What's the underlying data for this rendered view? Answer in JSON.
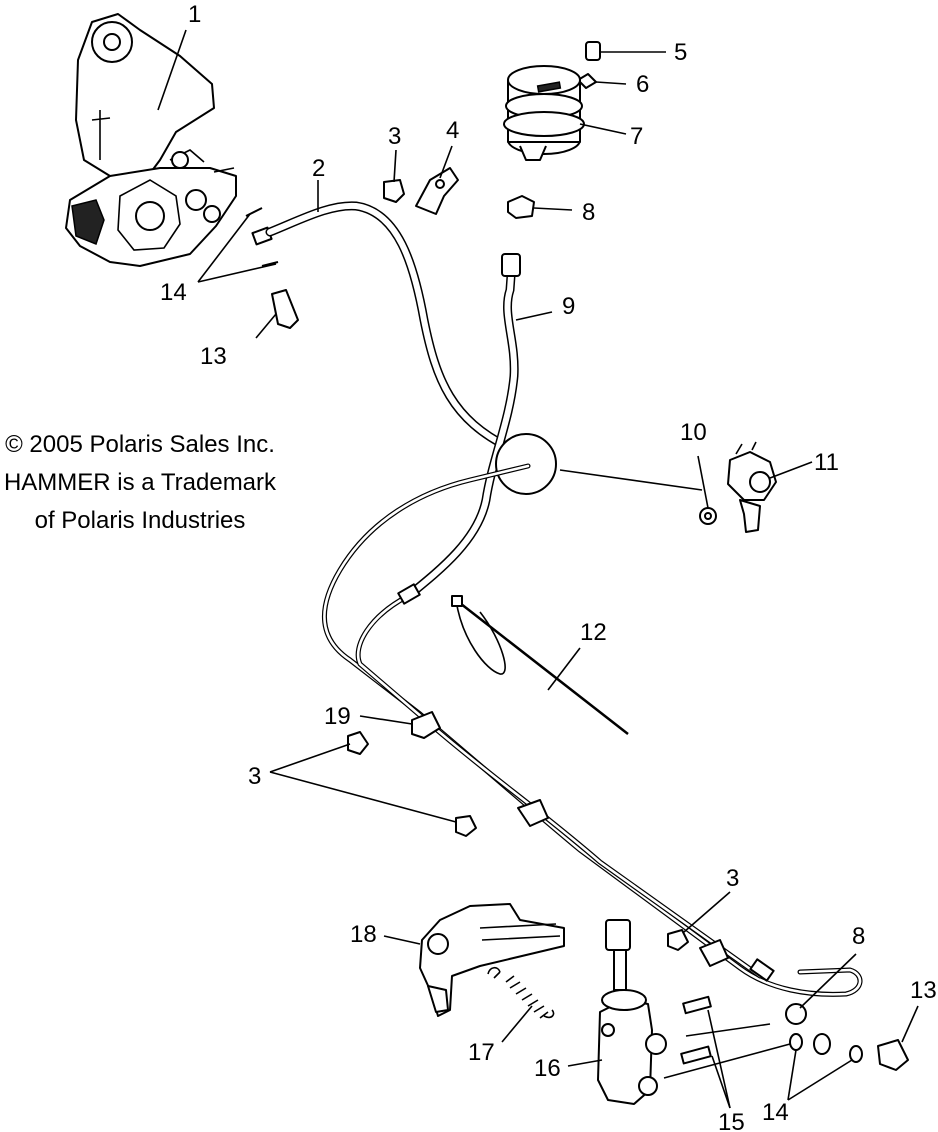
{
  "copyright": {
    "line1": "© 2005 Polaris Sales Inc.",
    "line2": "HAMMER is a Trademark",
    "line3": "of Polaris Industries"
  },
  "callouts": {
    "c1": "1",
    "c2": "2",
    "c3a": "3",
    "c3b": "3",
    "c3c": "3",
    "c4": "4",
    "c5": "5",
    "c6": "6",
    "c7": "7",
    "c8a": "8",
    "c8b": "8",
    "c9": "9",
    "c10": "10",
    "c11": "11",
    "c12": "12",
    "c13a": "13",
    "c13b": "13",
    "c14a": "14",
    "c14b": "14",
    "c15": "15",
    "c16": "16",
    "c17": "17",
    "c18": "18",
    "c19": "19"
  }
}
